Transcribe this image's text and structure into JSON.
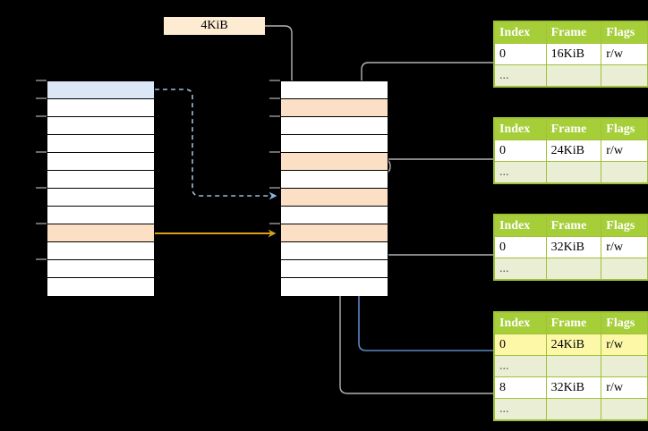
{
  "diagram": {
    "title": "multi-level page table translation",
    "size_label": {
      "text": "4KiB"
    },
    "colors": {
      "header_green": "#a6ce39",
      "alt_row": "#e9eed5",
      "highlight_yellow": "#fdf7a8",
      "peach_row": "#fce0c6",
      "blue_row": "#dbe7f7",
      "orange_arrow": "#d9a017",
      "blue_arrow": "#5b87c4",
      "dashed_arrow": "#9dbbdd",
      "gray_wire": "#b3b3b3"
    },
    "left_table": {
      "name": "virtual-address-space",
      "row_count": 12,
      "highlighted_rows": [
        {
          "index": 0,
          "fill": "blue"
        },
        {
          "index": 8,
          "fill": "peach"
        }
      ]
    },
    "middle_table": {
      "name": "physical-memory",
      "row_count": 12,
      "highlighted_rows": [
        {
          "index": 1,
          "fill": "peach"
        },
        {
          "index": 4,
          "fill": "peach"
        },
        {
          "index": 6,
          "fill": "peach"
        },
        {
          "index": 8,
          "fill": "peach"
        }
      ]
    },
    "page_tables": [
      {
        "name": "page-table-level-1",
        "headers": [
          "Index",
          "Frame",
          "Flags"
        ],
        "rows": [
          {
            "cells": [
              "0",
              "16KiB",
              "r/w"
            ],
            "style": "normal",
            "highlight": []
          },
          {
            "cells": [
              "...",
              "",
              ""
            ],
            "style": "alt",
            "highlight": []
          }
        ]
      },
      {
        "name": "page-table-level-2",
        "headers": [
          "Index",
          "Frame",
          "Flags"
        ],
        "rows": [
          {
            "cells": [
              "0",
              "24KiB",
              "r/w"
            ],
            "style": "normal",
            "highlight": []
          },
          {
            "cells": [
              "...",
              "",
              ""
            ],
            "style": "alt",
            "highlight": []
          }
        ]
      },
      {
        "name": "page-table-level-3",
        "headers": [
          "Index",
          "Frame",
          "Flags"
        ],
        "rows": [
          {
            "cells": [
              "0",
              "32KiB",
              "r/w"
            ],
            "style": "normal",
            "highlight": []
          },
          {
            "cells": [
              "...",
              "",
              ""
            ],
            "style": "alt",
            "highlight": []
          }
        ]
      },
      {
        "name": "page-table-level-4",
        "headers": [
          "Index",
          "Frame",
          "Flags"
        ],
        "rows": [
          {
            "cells": [
              "0",
              "24KiB",
              "r/w"
            ],
            "style": "normal",
            "highlight": [
              1,
              2
            ]
          },
          {
            "cells": [
              "...",
              "",
              ""
            ],
            "style": "alt",
            "highlight": []
          },
          {
            "cells": [
              "8",
              "32KiB",
              "r/w"
            ],
            "style": "normal",
            "highlight": []
          },
          {
            "cells": [
              "...",
              "",
              ""
            ],
            "style": "alt",
            "highlight": []
          }
        ]
      }
    ]
  }
}
